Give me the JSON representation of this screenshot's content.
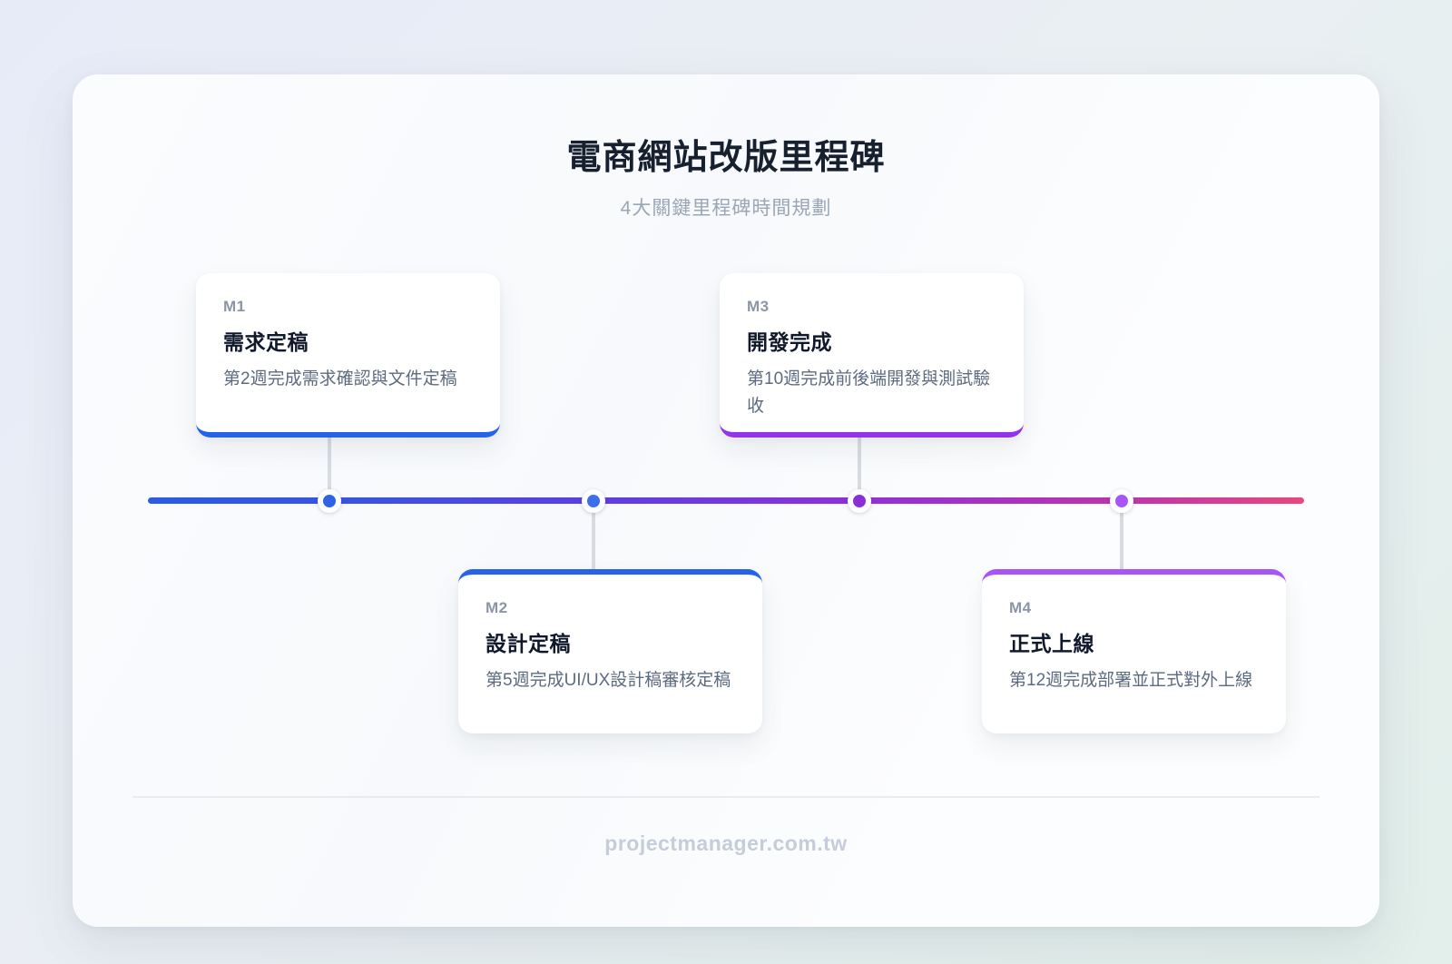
{
  "page": {
    "title": "電商網站改版里程碑",
    "subtitle": "4大關鍵里程碑時間規劃",
    "watermark": "projectmanager.com.tw"
  },
  "timeline": {
    "gradient_colors": [
      "#2A5CE3",
      "#5B3FE2",
      "#9030D8",
      "#BC34AE",
      "#E8487F"
    ],
    "connector_color": "#D8DBE0"
  },
  "milestones": [
    {
      "id": "M1",
      "title": "需求定稿",
      "description": "第2週完成需求確認與文件定稿",
      "placement": "above",
      "accent": "#2563EB",
      "dot_color": "#2F63E4"
    },
    {
      "id": "M2",
      "title": "設計定稿",
      "description": "第5週完成UI/UX設計稿審核定稿",
      "placement": "below",
      "accent": "#2563EB",
      "dot_color": "#3D6FEA"
    },
    {
      "id": "M3",
      "title": "開發完成",
      "description": "第10週完成前後端開發與測試驗收",
      "placement": "above",
      "accent": "#9333EA",
      "dot_color": "#8B2FD8"
    },
    {
      "id": "M4",
      "title": "正式上線",
      "description": "第12週完成部署並正式對外上線",
      "placement": "below",
      "accent": "#A855F7",
      "dot_color": "#A855F7"
    }
  ]
}
